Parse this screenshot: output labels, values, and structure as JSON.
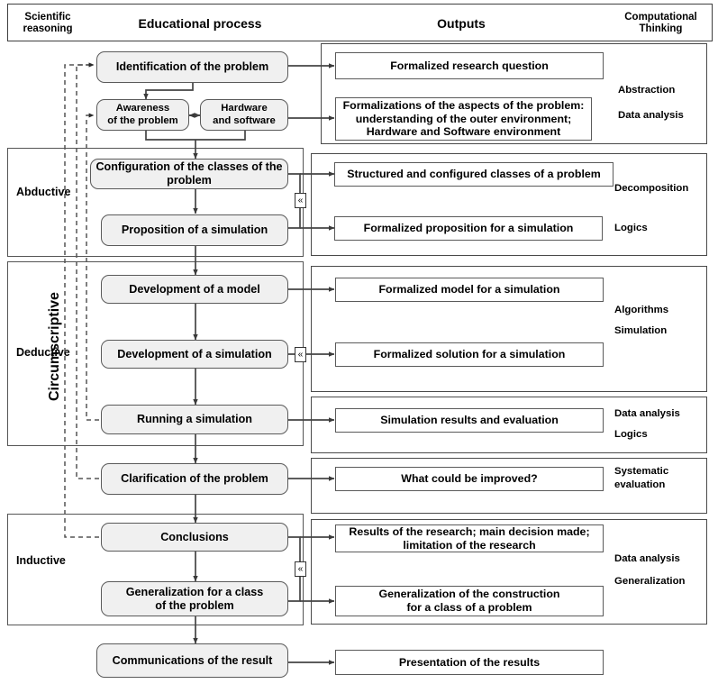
{
  "header": {
    "columns": [
      {
        "id": "scientific-reasoning",
        "label": "Scientific\nreasoning",
        "size": "small"
      },
      {
        "id": "educational-process",
        "label": "Educational process",
        "size": "big"
      },
      {
        "id": "outputs",
        "label": "Outputs",
        "size": "big"
      },
      {
        "id": "computational-thinking",
        "label": "Computational\nThinking",
        "size": "small"
      }
    ]
  },
  "reasoning_sections": [
    {
      "id": "abductive",
      "label": "Abductive"
    },
    {
      "id": "deductive",
      "label": "Deductive"
    },
    {
      "id": "inductive",
      "label": "Inductive"
    }
  ],
  "vertical_label": "Circumscriptive",
  "process_boxes": [
    {
      "id": "identification-of-the-problem",
      "label": "Identification of the problem"
    },
    {
      "id": "awareness-of-the-problem",
      "label": "Awareness\nof the problem"
    },
    {
      "id": "hardware-and-software",
      "label": "Hardware\nand software"
    },
    {
      "id": "configuration-of-the-classes-of-the-problem",
      "label": "Configuration of the classes of the problem"
    },
    {
      "id": "proposition-of-a-simulation",
      "label": "Proposition of a simulation"
    },
    {
      "id": "development-of-a-model",
      "label": "Development of a model"
    },
    {
      "id": "development-of-a-simulation",
      "label": "Development of a simulation"
    },
    {
      "id": "running-a-simulation",
      "label": "Running a simulation"
    },
    {
      "id": "clarification-of-the-problem",
      "label": "Clarification of the problem"
    },
    {
      "id": "conclusions",
      "label": "Conclusions"
    },
    {
      "id": "generalization-for-a-class-of-the-problem",
      "label": "Generalization for a class\nof the problem"
    },
    {
      "id": "communications-of-the-result",
      "label": "Communications of the result"
    }
  ],
  "output_boxes": [
    {
      "id": "formalized-research-question",
      "label": "Formalized research question"
    },
    {
      "id": "formalizations-of-the-aspects",
      "label": "Formalizations of the aspects of the problem: understanding of the outer environment; Hardware and Software environment"
    },
    {
      "id": "structured-and-configured-classes",
      "label": "Structured and configured classes of a problem"
    },
    {
      "id": "formalized-proposition-for-a-simulation",
      "label": "Formalized proposition for a simulation"
    },
    {
      "id": "formalized-model-for-a-simulation",
      "label": "Formalized model for a simulation"
    },
    {
      "id": "formalized-solution-for-a-simulation",
      "label": "Formalized solution for a simulation"
    },
    {
      "id": "simulation-results-and-evaluation",
      "label": "Simulation results and evaluation"
    },
    {
      "id": "what-could-be-improved",
      "label": "What could be improved?"
    },
    {
      "id": "results-of-the-research",
      "label": "Results of the research; main decision made; limitation of the research"
    },
    {
      "id": "generalization-of-the-construction",
      "label": "Generalization of  the  construction\nfor a class of a problem"
    },
    {
      "id": "presentation-of-the-results",
      "label": "Presentation of the results"
    }
  ],
  "computational_thinking": [
    {
      "id": "ct-abstraction",
      "label": "Abstraction"
    },
    {
      "id": "ct-data-analysis-1",
      "label": "Data analysis"
    },
    {
      "id": "ct-decomposition",
      "label": "Decomposition"
    },
    {
      "id": "ct-logics-1",
      "label": "Logics"
    },
    {
      "id": "ct-algorithms",
      "label": "Algorithms"
    },
    {
      "id": "ct-simulation",
      "label": "Simulation"
    },
    {
      "id": "ct-data-analysis-2",
      "label": "Data analysis"
    },
    {
      "id": "ct-logics-2",
      "label": "Logics"
    },
    {
      "id": "ct-systematic-evaluation",
      "label": "Systematic\nevaluation"
    },
    {
      "id": "ct-data-analysis-3",
      "label": "Data analysis"
    },
    {
      "id": "ct-generalization",
      "label": "Generalization"
    }
  ],
  "collapse_markers": [
    {
      "id": "collapse-abductive",
      "glyph": "«"
    },
    {
      "id": "collapse-deductive",
      "glyph": "«"
    },
    {
      "id": "collapse-inductive",
      "glyph": "«"
    }
  ],
  "colors": {
    "process_fill": "#f0f0f0",
    "process_stroke": "#5a5a5a",
    "output_fill": "#ffffff",
    "output_stroke": "#5a5a5a",
    "section_stroke": "#555555",
    "arrow": "#444444",
    "feedback_dashed": "#555555"
  }
}
